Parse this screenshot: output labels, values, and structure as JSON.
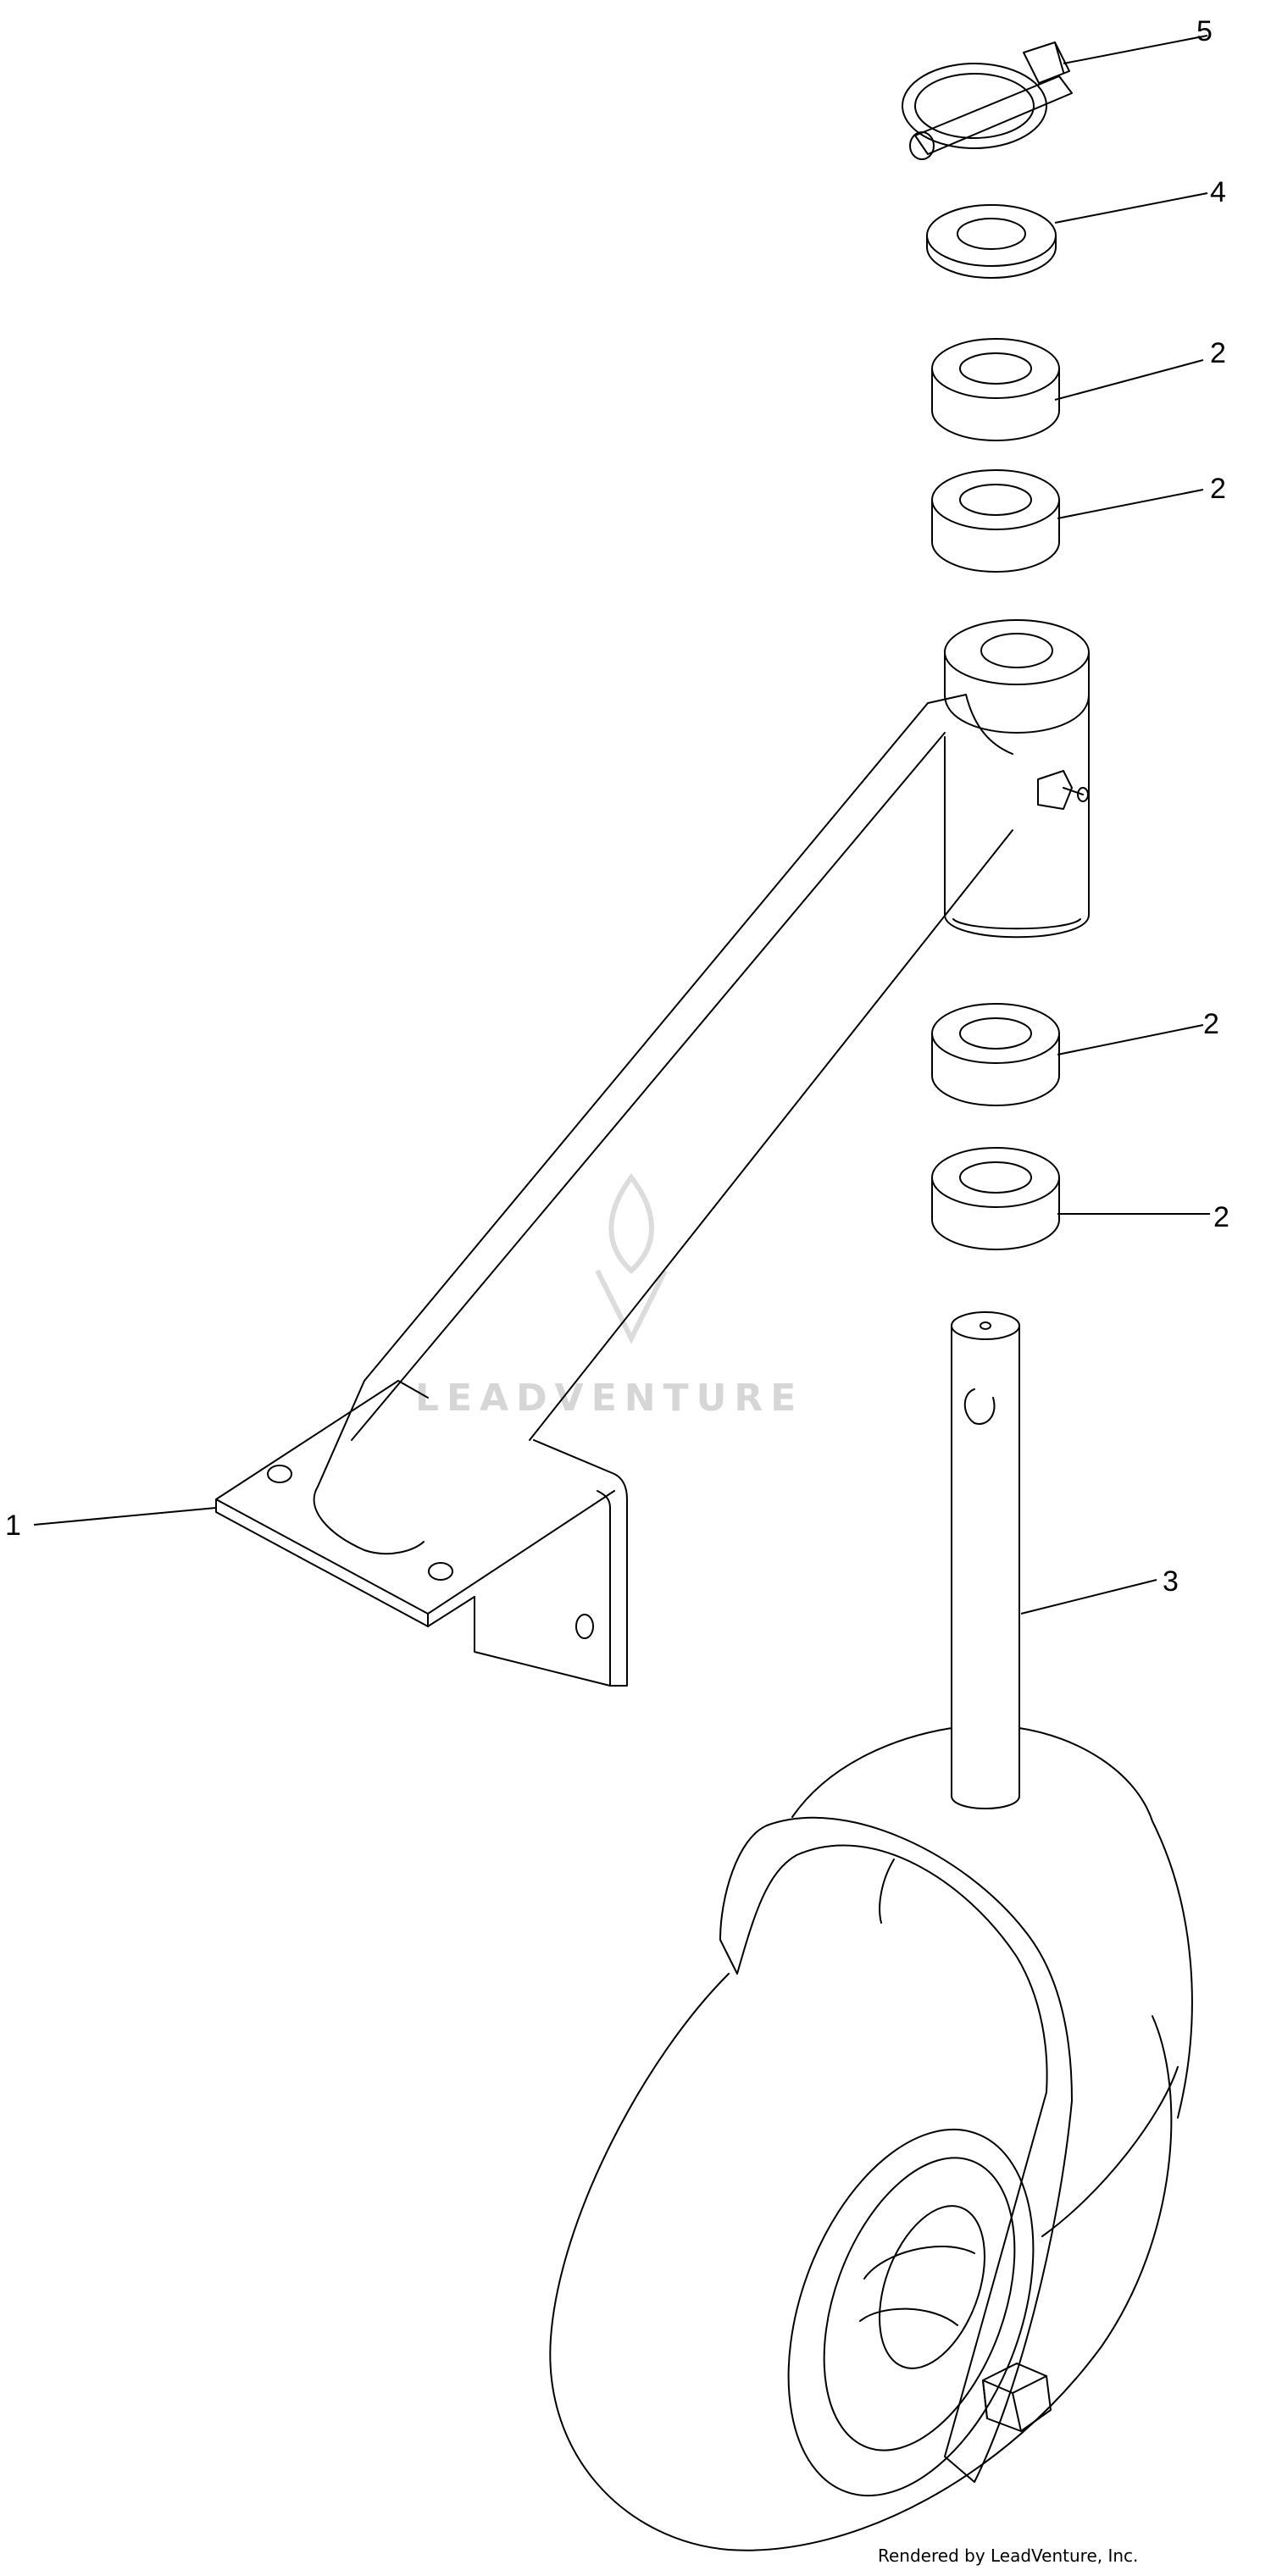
{
  "watermark": {
    "text": "LEADVENTURE"
  },
  "footer": {
    "text": "Rendered by LeadVenture, Inc."
  },
  "callouts": [
    {
      "id": "callout-5",
      "label": "5"
    },
    {
      "id": "callout-4",
      "label": "4"
    },
    {
      "id": "callout-2a",
      "label": "2"
    },
    {
      "id": "callout-2b",
      "label": "2"
    },
    {
      "id": "callout-2c",
      "label": "2"
    },
    {
      "id": "callout-2d",
      "label": "2"
    },
    {
      "id": "callout-1",
      "label": "1"
    },
    {
      "id": "callout-3",
      "label": "3"
    }
  ],
  "colors": {
    "line": "#000000",
    "watermark": "#d6d6d6",
    "background": "#ffffff"
  }
}
